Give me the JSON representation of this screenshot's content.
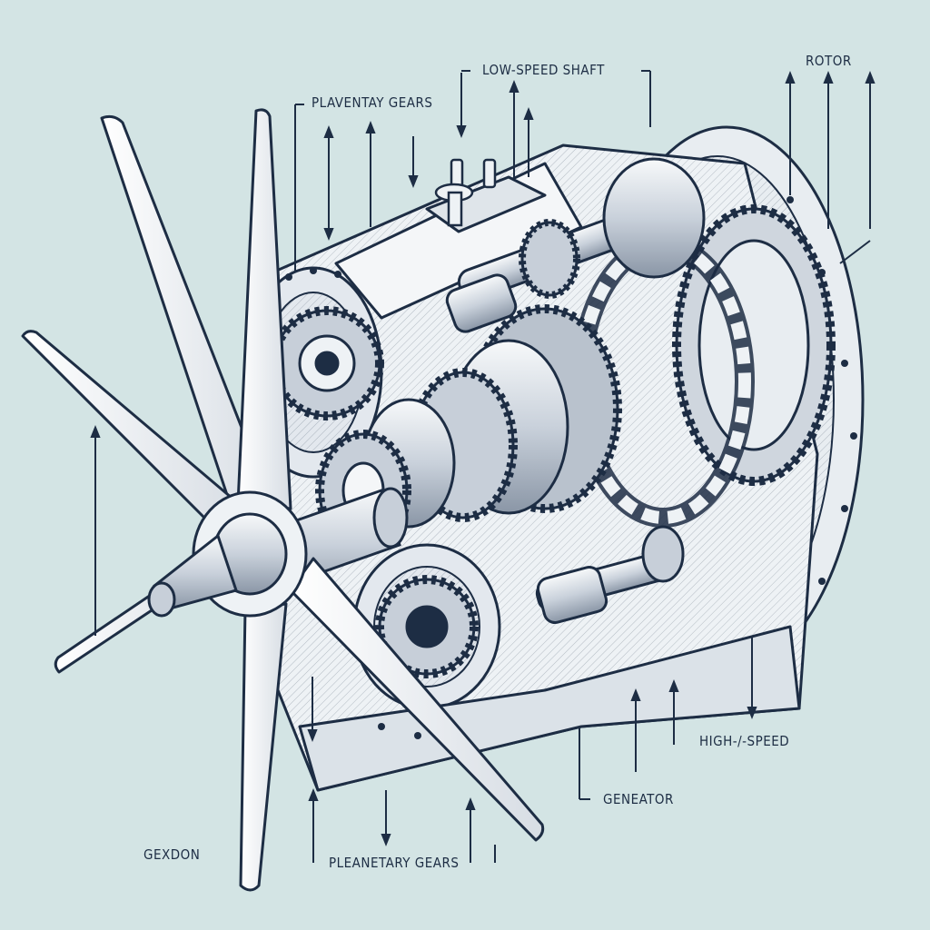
{
  "labels": {
    "low_speed_shaft": "LOW-SPEED SHAFT",
    "rotor": "ROTOR",
    "planetary_gears_top": "PLAVENTAY GEARS",
    "high_speed": "HIGH-/-SPEED",
    "generator": "GENEATOR",
    "gearbox": "GEXDON",
    "planetary_gears_bottom": "PLEANETARY GEARS"
  },
  "colors": {
    "background": "#d3e4e4",
    "ink": "#1d2d44",
    "metal_light": "#f2f5f7",
    "metal_mid": "#c4ccd6",
    "metal_dark": "#8a96a6",
    "blade": "#f4f6f8"
  }
}
